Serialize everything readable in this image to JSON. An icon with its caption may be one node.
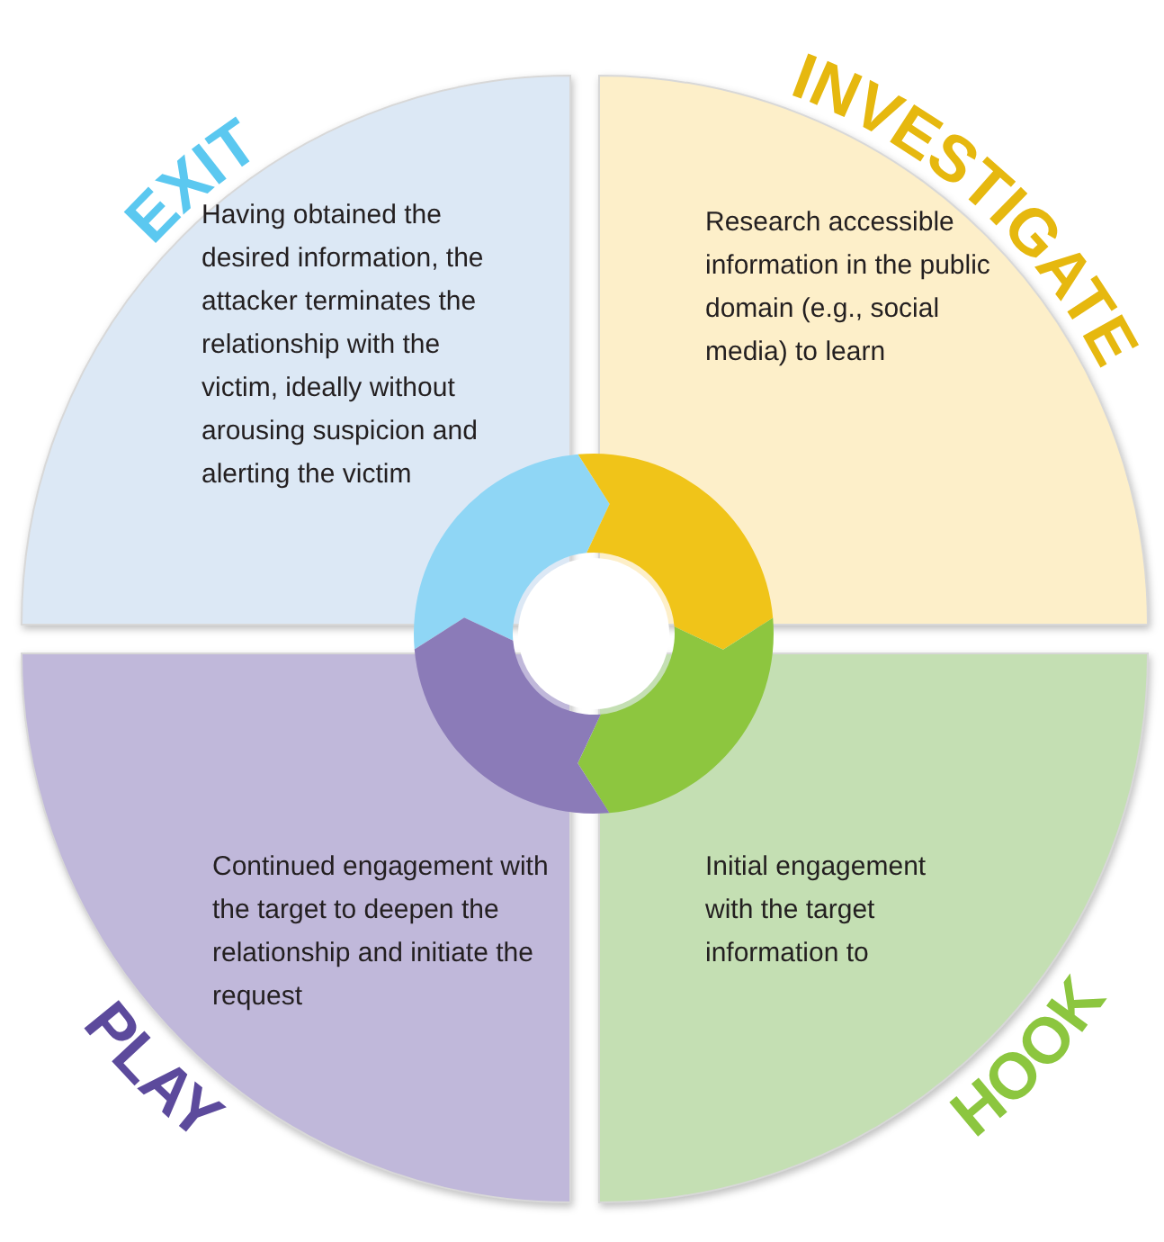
{
  "diagram": {
    "nodes": [
      {
        "text": [
          "EXIT",
          "Having obtained the desired information, the attacker terminates the relationship with the victim, ideally without arousing suspicion and alerting the victim"
        ]
      },
      {
        "text": [
          "INVESTIGATE",
          "Research accessible information in the public domain (e.g., social media) to learn"
        ]
      },
      {
        "text": [
          "PLAY",
          "Continued engagement with the target to deepen the relationship and initiate the request"
        ]
      },
      {
        "text": [
          "HOOK",
          "Initial engagement with the target information to"
        ]
      }
    ]
  }
}
